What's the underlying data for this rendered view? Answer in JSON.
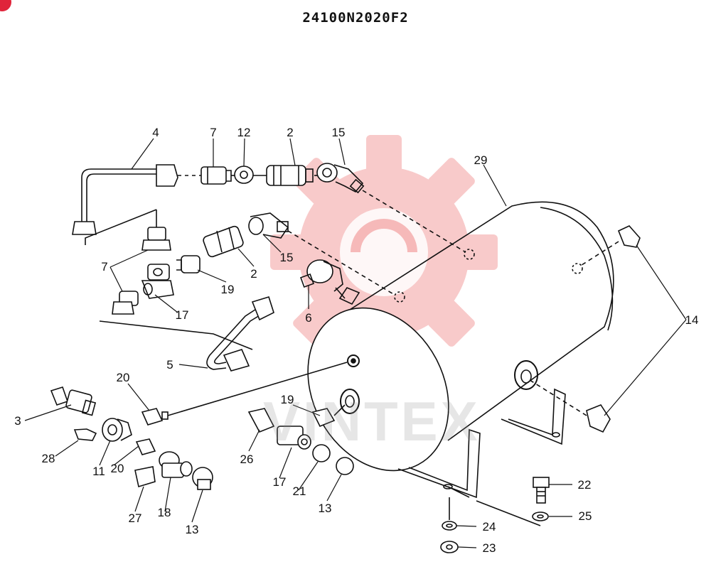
{
  "diagram": {
    "title": "24100N2020F2",
    "watermark_text": "VINTEX",
    "colors": {
      "ink": "#111111",
      "watermark": "#f6b9b9",
      "badge": "#e0243a"
    },
    "callouts": [
      {
        "id": "c4",
        "text": "4"
      },
      {
        "id": "c7a",
        "text": "7"
      },
      {
        "id": "c12",
        "text": "12"
      },
      {
        "id": "c2a",
        "text": "2"
      },
      {
        "id": "c15a",
        "text": "15"
      },
      {
        "id": "c29",
        "text": "29"
      },
      {
        "id": "c15b",
        "text": "15"
      },
      {
        "id": "c2b",
        "text": "2"
      },
      {
        "id": "c7b",
        "text": "7"
      },
      {
        "id": "c19a",
        "text": "19"
      },
      {
        "id": "c17a",
        "text": "17"
      },
      {
        "id": "c6",
        "text": "6"
      },
      {
        "id": "c14",
        "text": "14"
      },
      {
        "id": "c5",
        "text": "5"
      },
      {
        "id": "c20a",
        "text": "20"
      },
      {
        "id": "c3",
        "text": "3"
      },
      {
        "id": "c28",
        "text": "28"
      },
      {
        "id": "c11",
        "text": "11"
      },
      {
        "id": "c20b",
        "text": "20"
      },
      {
        "id": "c27",
        "text": "27"
      },
      {
        "id": "c18",
        "text": "18"
      },
      {
        "id": "c13a",
        "text": "13"
      },
      {
        "id": "c19b",
        "text": "19"
      },
      {
        "id": "c26",
        "text": "26"
      },
      {
        "id": "c17b",
        "text": "17"
      },
      {
        "id": "c21",
        "text": "21"
      },
      {
        "id": "c13b",
        "text": "13"
      },
      {
        "id": "c22",
        "text": "22"
      },
      {
        "id": "c25",
        "text": "25"
      },
      {
        "id": "c24",
        "text": "24"
      },
      {
        "id": "c23",
        "text": "23"
      }
    ]
  }
}
